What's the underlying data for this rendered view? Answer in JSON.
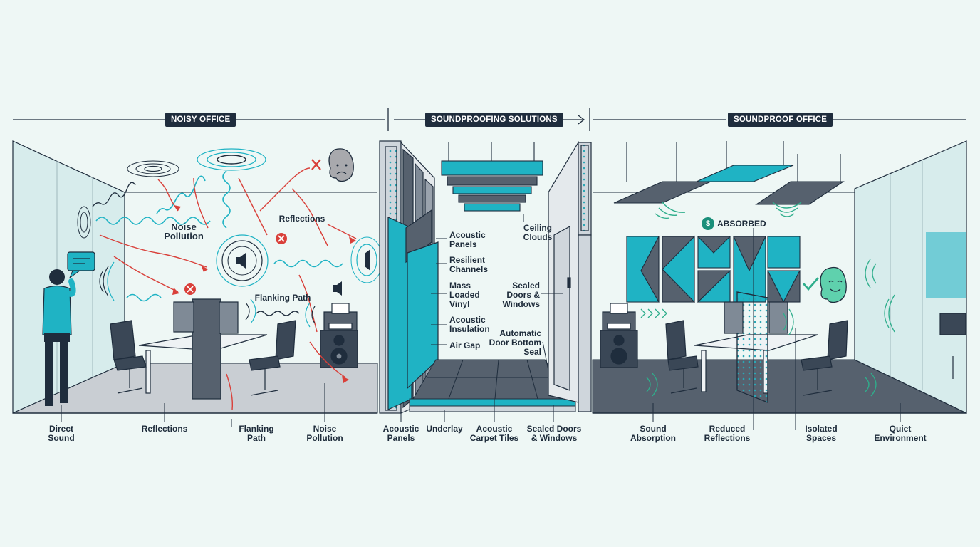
{
  "sections": {
    "noisy": "NOISY OFFICE",
    "solutions": "SOUNDPROOFING SOLUTIONS",
    "soundproof": "SOUNDPROOF OFFICE"
  },
  "noisy_labels": {
    "noise_pollution": "Noise\nPollution",
    "reflections": "Reflections",
    "flanking_path": "Flanking Path"
  },
  "solution_labels": {
    "acoustic_panels": "Acoustic\nPanels",
    "resilient_channels": "Resilient\nChannels",
    "mass_loaded_vinyl": "Mass\nLoaded\nVinyl",
    "acoustic_insulation": "Acoustic\nInsulation",
    "air_gap": "Air Gap",
    "ceiling_clouds": "Ceiling\nClouds",
    "sealed_doors": "Sealed\nDoors &\nWindows",
    "door_seal": "Automatic\nDoor Bottom\nSeal"
  },
  "soundproof_labels": {
    "absorbed": "ABSORBED",
    "absorbed_icon": "$"
  },
  "bottom_labels": [
    "Direct\nSound",
    "Reflections",
    "Flanking\nPath",
    "Noise\nPollution",
    "Acoustic\nPanels",
    "Underlay",
    "Acoustic\nCarpet Tiles",
    "Sealed Doors\n& Windows",
    "Sound\nAbsorption",
    "Reduced\nReflections",
    "Isolated\nSpaces",
    "Quiet\nEnvironment"
  ],
  "colors": {
    "dark": "#1f2d3d",
    "teal": "#1fb3c4",
    "red": "#d9403a",
    "green": "#2fae8c",
    "slate": "#56616e",
    "floor": "#c9ced3"
  }
}
